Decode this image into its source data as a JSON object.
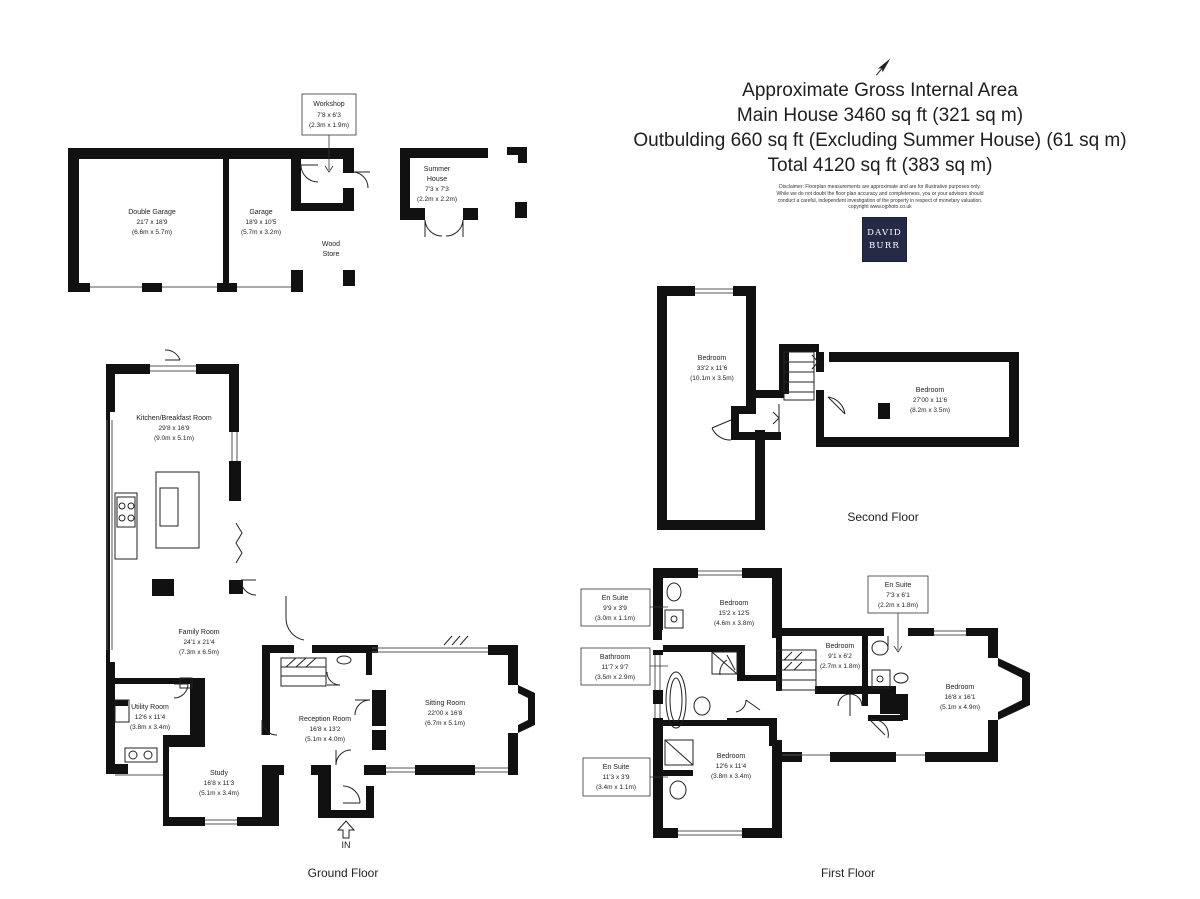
{
  "header": {
    "title": "Approximate Gross Internal Area",
    "main_house": "Main House 3460 sq ft (321 sq m)",
    "outbuilding": "Outbulding 660 sq ft (Excluding Summer House) (61 sq m)",
    "total": "Total 4120 sq ft (383 sq m)",
    "disclaimer": [
      "Disclaimer: Floorplan measurements are approximate and are for illustrative purposes only.",
      "While we do not doubt the floor plan accuracy and completeness, you or your advisors should",
      "conduct a careful, independent investigation of the property in respect of monetary valuation.",
      "copyright www.ojphoto.co.uk"
    ]
  },
  "logo": {
    "line1": "DAVID",
    "line2": "BURR"
  },
  "floors": {
    "ground": "Ground Floor",
    "first": "First Floor",
    "second": "Second Floor"
  },
  "entrance": "IN",
  "rooms": {
    "workshop": {
      "name": "Workshop",
      "dim_imperial": "7'8 x 6'3",
      "dim_metric": "(2.3m x 1.9m)"
    },
    "double_garage": {
      "name": "Double Garage",
      "dim_imperial": "21'7 x 18'9",
      "dim_metric": "(6.6m x 5.7m)"
    },
    "garage": {
      "name": "Garage",
      "dim_imperial": "18'9 x 10'5",
      "dim_metric": "(5.7m x 3.2m)"
    },
    "wood_store": {
      "name": "Wood",
      "name2": "Store"
    },
    "summer_house": {
      "name": "Summer",
      "name2": "House",
      "dim_imperial": "7'3 x 7'3",
      "dim_metric": "(2.2m x 2.2m)"
    },
    "kitchen": {
      "name": "Kitchen/Breakfast Room",
      "dim_imperial": "29'8 x 16'9",
      "dim_metric": "(9.0m x 5.1m)"
    },
    "family": {
      "name": "Family Room",
      "dim_imperial": "24'1 x 21'4",
      "dim_metric": "(7.3m x 6.5m)"
    },
    "utility": {
      "name": "Utility Room",
      "dim_imperial": "12'6 x 11'4",
      "dim_metric": "(3.8m x 3.4m)"
    },
    "study": {
      "name": "Study",
      "dim_imperial": "16'8 x 11'3",
      "dim_metric": "(5.1m x 3.4m)"
    },
    "reception": {
      "name": "Reception Room",
      "dim_imperial": "16'8 x 13'2",
      "dim_metric": "(5.1m x 4.0m)"
    },
    "sitting": {
      "name": "Sitting Room",
      "dim_imperial": "22'00 x 16'8",
      "dim_metric": "(6.7m x 5.1m)"
    },
    "second_bed1": {
      "name": "Bedroom",
      "dim_imperial": "33'2 x 11'6",
      "dim_metric": "(10.1m x 3.5m)"
    },
    "second_bed2": {
      "name": "Bedroom",
      "dim_imperial": "27'00 x 11'6",
      "dim_metric": "(8.2m x 3.5m)"
    },
    "ensuite1": {
      "name": "En Suite",
      "dim_imperial": "9'9 x 3'9",
      "dim_metric": "(3.0m x 1.1m)"
    },
    "first_bed1": {
      "name": "Bedroom",
      "dim_imperial": "15'2 x 12'5",
      "dim_metric": "(4.6m x 3.8m)"
    },
    "bathroom": {
      "name": "Bathroom",
      "dim_imperial": "11'7 x 9'7",
      "dim_metric": "(3.5m x 2.9m)"
    },
    "ensuite2": {
      "name": "En Suite",
      "dim_imperial": "7'3 x 6'1",
      "dim_metric": "(2.2m x 1.8m)"
    },
    "first_bed2": {
      "name": "Bedroom",
      "dim_imperial": "9'1 x 6'2",
      "dim_metric": "(2.7m x 1.8m)"
    },
    "first_bed3": {
      "name": "Bedroom",
      "dim_imperial": "16'8 x 16'1",
      "dim_metric": "(5.1m x 4.9m)"
    },
    "ensuite3": {
      "name": "En Suite",
      "dim_imperial": "11'3 x 3'9",
      "dim_metric": "(3.4m x 1.1m)"
    },
    "first_bed4": {
      "name": "Bedroom",
      "dim_imperial": "12'6 x 11'4",
      "dim_metric": "(3.8m x 3.4m)"
    }
  }
}
